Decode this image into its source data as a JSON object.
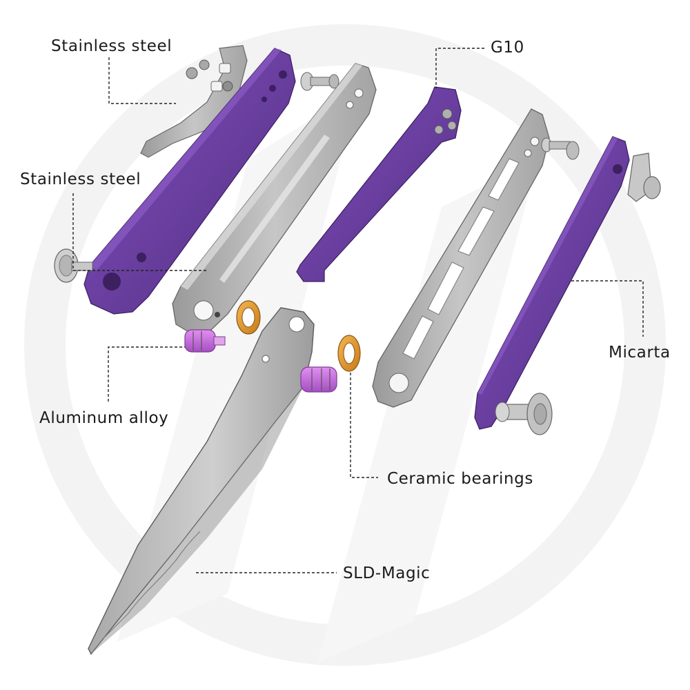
{
  "labels": {
    "clip": "Stainless steel",
    "pivot_screw": "Stainless steel",
    "g10": "G10",
    "micarta": "Micarta",
    "aluminum": "Aluminum alloy",
    "bearings": "Ceramic bearings",
    "blade": "SLD-Magic"
  },
  "colors": {
    "purple_scale": "#6a3fa0",
    "purple_dark": "#4e2b7d",
    "steel": "#b4b4b4",
    "steel_dark": "#8c8c8c",
    "aluminum_pink": "#c96be0",
    "bearing_orange": "#e79a2c",
    "watermark": "#f2f2f2"
  }
}
